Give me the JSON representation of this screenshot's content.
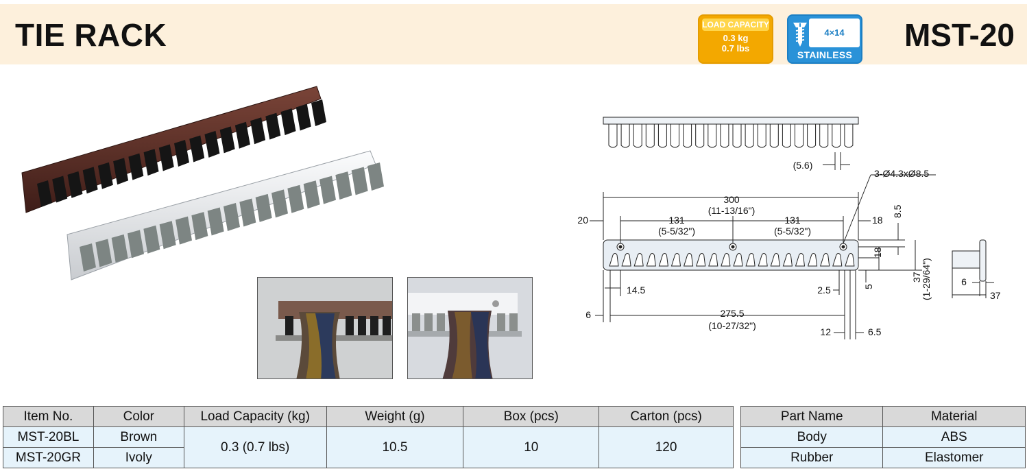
{
  "header": {
    "title": "TIE RACK",
    "model": "MST-20",
    "load_badge": {
      "label": "LOAD CAPACITY",
      "kg": "0.3 kg",
      "lbs": "0.7 lbs"
    },
    "screw_badge": {
      "size": "4×14",
      "label": "STAINLESS"
    }
  },
  "drawing": {
    "dims": {
      "d5_6": "(5.6)",
      "hole": "3-Ø4.3xØ8.5",
      "overall": "300",
      "overall_in": "(11-13/16\")",
      "left20": "20",
      "span1": "131",
      "span1_in": "(5-5/32\")",
      "span2": "131",
      "span2_in": "(5-5/32\")",
      "right18": "18",
      "d8_5": "8.5",
      "d18": "18",
      "d5": "5",
      "height37": "37",
      "height37_in": "(1-29/64\")",
      "d14_5": "14.5",
      "d2_5": "2.5",
      "d6": "6",
      "inner": "275.5",
      "inner_in": "(10-27/32\")",
      "d12": "12",
      "d6_5": "6.5",
      "side6": "6",
      "side37": "37"
    }
  },
  "spec_table": {
    "headers": [
      "Item No.",
      "Color",
      "Load Capacity (kg)",
      "Weight (g)",
      "Box (pcs)",
      "Carton (pcs)"
    ],
    "rows": [
      {
        "item": "MST-20BL",
        "color": "Brown"
      },
      {
        "item": "MST-20GR",
        "color": "Ivoly"
      }
    ],
    "load": "0.3 (0.7 lbs)",
    "weight": "10.5",
    "box": "10",
    "carton": "120"
  },
  "material_table": {
    "headers": [
      "Part Name",
      "Material"
    ],
    "rows": [
      {
        "part": "Body",
        "material": "ABS"
      },
      {
        "part": "Rubber",
        "material": "Elastomer"
      }
    ]
  },
  "colors": {
    "header_bg": "#fdf0dc",
    "load_badge": "#f3a800",
    "screw_badge": "#2a92d8",
    "table_header": "#d9d9d9",
    "table_cell": "#e6f3fb",
    "brown_body": "#5a2a22",
    "ivory_body": "#e8eaec"
  }
}
